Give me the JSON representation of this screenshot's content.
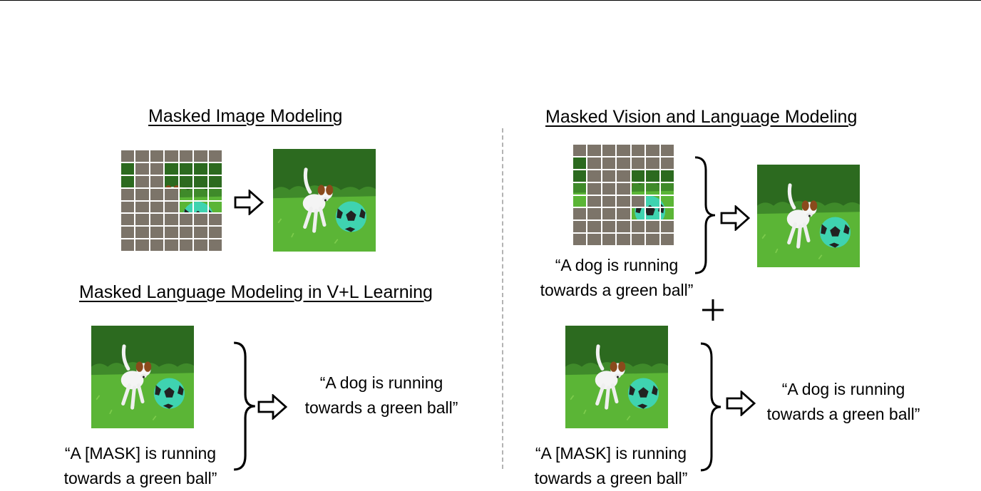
{
  "figure": {
    "left": {
      "mim_title": "Masked Image Modeling",
      "mlm_title": "Masked Language Modeling in V+L Learning",
      "masked_caption": [
        "“A [MASK] is running",
        "towards a green ball”"
      ],
      "output_caption": [
        "“A dog is running",
        "towards a green ball”"
      ]
    },
    "right": {
      "title": "Masked Vision and Language Modeling",
      "input_caption": [
        "“A dog is running",
        "towards a green ball”"
      ],
      "masked_caption": [
        "“A [MASK] is running",
        "towards a green ball”"
      ],
      "output_caption": [
        "“A dog is running",
        "towards a green ball”"
      ]
    }
  },
  "colors": {
    "mask_gray": "#7c7469",
    "divider": "#b3b3b3",
    "grass": "#4fa82c",
    "hedge": "#2c6a1f",
    "ball": "#3fd3b0"
  },
  "icons": {
    "arrow": "hollow-right-arrow-icon",
    "brace": "right-curly-brace-icon",
    "plus": "plus-icon"
  }
}
